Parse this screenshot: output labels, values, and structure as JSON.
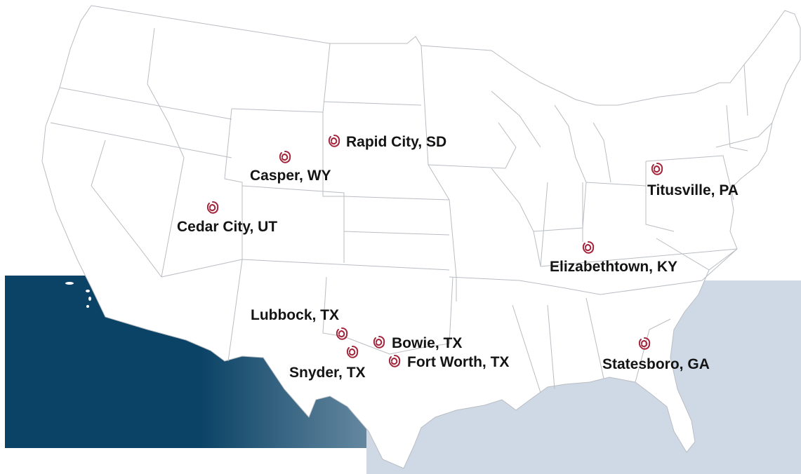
{
  "colors": {
    "ocean_dark": "#0b4366",
    "ocean_light": "#cfd9e6",
    "land": "#ffffff",
    "border": "#b9bdc2",
    "marker": "#a4243b",
    "label": "#141414"
  },
  "locations": [
    {
      "id": "rapid-city",
      "label": "Rapid City, SD",
      "icon": "swirl-marker-icon"
    },
    {
      "id": "casper",
      "label": "Casper, WY",
      "icon": "swirl-marker-icon"
    },
    {
      "id": "cedar-city",
      "label": "Cedar City, UT",
      "icon": "swirl-marker-icon"
    },
    {
      "id": "titusville",
      "label": "Titusville, PA",
      "icon": "swirl-marker-icon"
    },
    {
      "id": "elizabethtown",
      "label": "Elizabethtown, KY",
      "icon": "swirl-marker-icon"
    },
    {
      "id": "lubbock",
      "label": "Lubbock, TX",
      "icon": "swirl-marker-icon"
    },
    {
      "id": "bowie",
      "label": "Bowie, TX",
      "icon": "swirl-marker-icon"
    },
    {
      "id": "snyder",
      "label": "Snyder, TX",
      "icon": "swirl-marker-icon"
    },
    {
      "id": "fort-worth",
      "label": "Fort Worth, TX",
      "icon": "swirl-marker-icon"
    },
    {
      "id": "statesboro",
      "label": "Statesboro, GA",
      "icon": "swirl-marker-icon"
    }
  ]
}
